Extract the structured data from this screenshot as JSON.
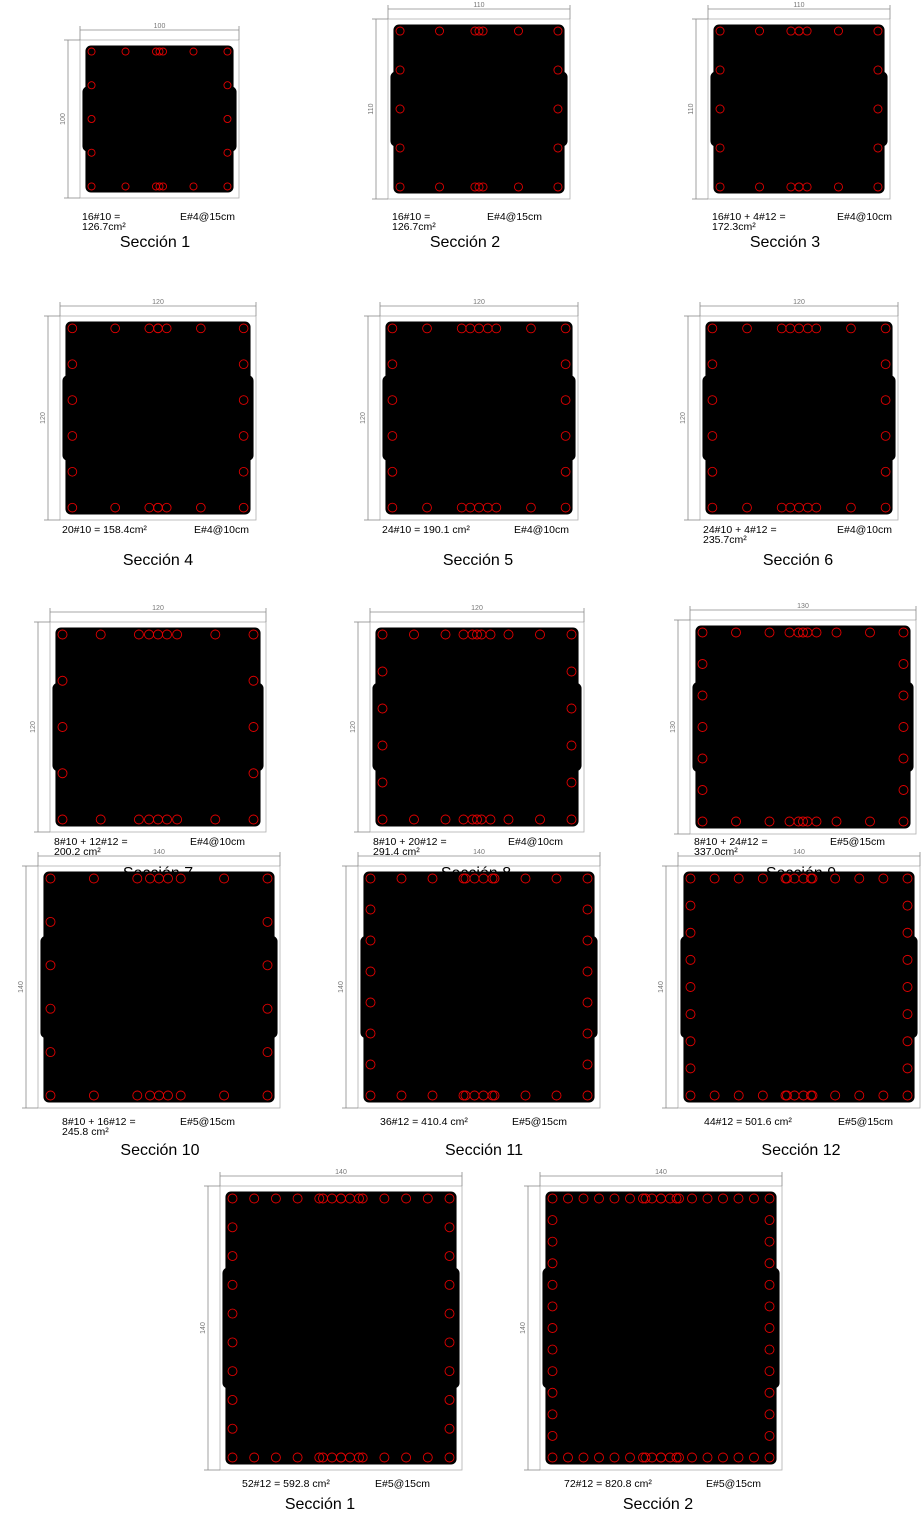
{
  "sections": [
    {
      "title": "Sección 1",
      "dim_width": "100",
      "dim_height": "100",
      "area_lines": [
        "16#10 =",
        "126.7cm²"
      ],
      "stirrup": "E#4@15cm",
      "bars_h": [
        5,
        4,
        5
      ],
      "bars_v": [
        3,
        4,
        3
      ],
      "seam_bars": 2
    },
    {
      "title": "Sección 2",
      "dim_width": "110",
      "dim_height": "110",
      "area_lines": [
        "16#10 =",
        "126.7cm²"
      ],
      "stirrup": "E#4@15cm",
      "bars_h": [
        5,
        4,
        5
      ],
      "bars_v": [
        3,
        4,
        3
      ],
      "seam_bars": 2
    },
    {
      "title": "Sección 3",
      "dim_width": "110",
      "dim_height": "110",
      "area_lines": [
        "16#10 + 4#12 =",
        "172.3cm²"
      ],
      "stirrup": "E#4@10cm",
      "bars_h": [
        5,
        4,
        5
      ],
      "bars_v": [
        3,
        4,
        3
      ],
      "seam_bars": 3
    },
    {
      "title": "Sección 4",
      "dim_width": "120",
      "dim_height": "120",
      "area_lines": [
        "20#10 = 158.4cm²"
      ],
      "stirrup": "E#4@10cm",
      "bars_h": [
        5,
        4,
        5
      ],
      "bars_v": [
        4,
        4,
        4
      ],
      "seam_bars": 3
    },
    {
      "title": "Sección 5",
      "dim_width": "120",
      "dim_height": "120",
      "area_lines": [
        "24#10 = 190.1 cm²"
      ],
      "stirrup": "E#4@10cm",
      "bars_h": [
        6,
        5,
        6
      ],
      "bars_v": [
        4,
        5,
        4
      ],
      "seam_bars": 3
    },
    {
      "title": "Sección 6",
      "dim_width": "120",
      "dim_height": "120",
      "area_lines": [
        "24#10 + 4#12 =",
        "235.7cm²"
      ],
      "stirrup": "E#4@10cm",
      "bars_h": [
        6,
        5,
        6
      ],
      "bars_v": [
        4,
        5,
        4
      ],
      "seam_bars": 3
    },
    {
      "title": "Sección 7",
      "dim_width": "120",
      "dim_height": "120",
      "area_lines": [
        "8#10 + 12#12 =",
        "200.2 cm²"
      ],
      "stirrup": "E#4@10cm",
      "bars_h": [
        6,
        4,
        6
      ],
      "bars_v": [
        3,
        4,
        3
      ],
      "seam_bars": 3
    },
    {
      "title": "Sección 8",
      "dim_width": "120",
      "dim_height": "120",
      "area_lines": [
        "8#10 + 20#12 =",
        "291.4 cm²"
      ],
      "stirrup": "E#4@10cm",
      "bars_h": [
        7,
        5,
        7
      ],
      "bars_v": [
        4,
        5,
        4
      ],
      "seam_bars": 4
    },
    {
      "title": "Sección 9",
      "dim_width": "130",
      "dim_height": "130",
      "area_lines": [
        "8#10 + 24#12 =",
        "337.0cm²"
      ],
      "stirrup": "E#5@15cm",
      "bars_h": [
        7,
        6,
        7
      ],
      "bars_v": [
        5,
        6,
        5
      ],
      "seam_bars": 4
    },
    {
      "title": "Sección 10",
      "dim_width": "140",
      "dim_height": "140",
      "area_lines": [
        "8#10 + 16#12 =",
        "245.8 cm²"
      ],
      "stirrup": "E#5@15cm",
      "bars_h": [
        6,
        5,
        6
      ],
      "bars_v": [
        4,
        5,
        4
      ],
      "seam_bars": 3
    },
    {
      "title": "Sección 11",
      "dim_width": "140",
      "dim_height": "140",
      "area_lines": [
        "36#12 = 410.4 cm²"
      ],
      "stirrup": "E#5@15cm",
      "bars_h": [
        8,
        7,
        8
      ],
      "bars_v": [
        6,
        7,
        6
      ],
      "seam_bars": 4
    },
    {
      "title": "Sección 12",
      "dim_width": "140",
      "dim_height": "140",
      "area_lines": [
        "44#12 = 501.6 cm²"
      ],
      "stirrup": "E#5@15cm",
      "bars_h": [
        10,
        8,
        10
      ],
      "bars_v": [
        7,
        8,
        7
      ],
      "seam_bars": 4
    },
    {
      "title": "Sección 1",
      "dim_width": "140",
      "dim_height": "140",
      "area_lines": [
        "52#12 = 592.8 cm²"
      ],
      "stirrup": "E#5@15cm",
      "bars_h": [
        11,
        9,
        11
      ],
      "bars_v": [
        8,
        9,
        8
      ],
      "seam_bars": 5
    },
    {
      "title": "Sección 2",
      "dim_width": "140",
      "dim_height": "140",
      "area_lines": [
        "72#12 = 820.8 cm²"
      ],
      "stirrup": "E#5@15cm",
      "bars_h": [
        15,
        12,
        15
      ],
      "bars_v": [
        11,
        12,
        11
      ],
      "seam_bars": 5
    }
  ],
  "colors": {
    "rebar": "#e00000",
    "stirrup": "#000000",
    "dimension": "#8a8a8a"
  }
}
